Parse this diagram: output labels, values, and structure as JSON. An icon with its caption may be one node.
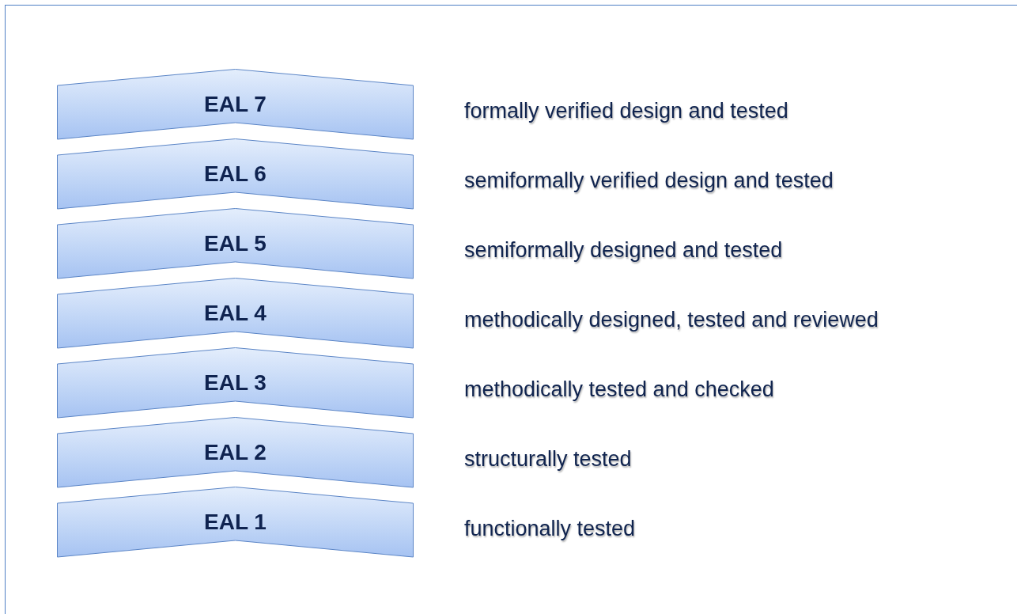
{
  "diagram": {
    "nodes": [
      {
        "text": [
          "EAL 7"
        ],
        "beside": [
          "formally verified design and tested"
        ]
      },
      {
        "text": [
          "EAL 6"
        ],
        "beside": [
          "semiformally verified design and tested"
        ]
      },
      {
        "text": [
          "EAL 5"
        ],
        "beside": [
          "semiformally designed and tested"
        ]
      },
      {
        "text": [
          "EAL 4"
        ],
        "beside": [
          "methodically designed, tested and reviewed"
        ]
      },
      {
        "text": [
          "EAL 3"
        ],
        "beside": [
          "methodically tested and checked"
        ]
      },
      {
        "text": [
          "EAL 2"
        ],
        "beside": [
          "structurally tested"
        ]
      },
      {
        "text": [
          "EAL 1"
        ],
        "beside": [
          "functionally tested"
        ]
      }
    ]
  }
}
